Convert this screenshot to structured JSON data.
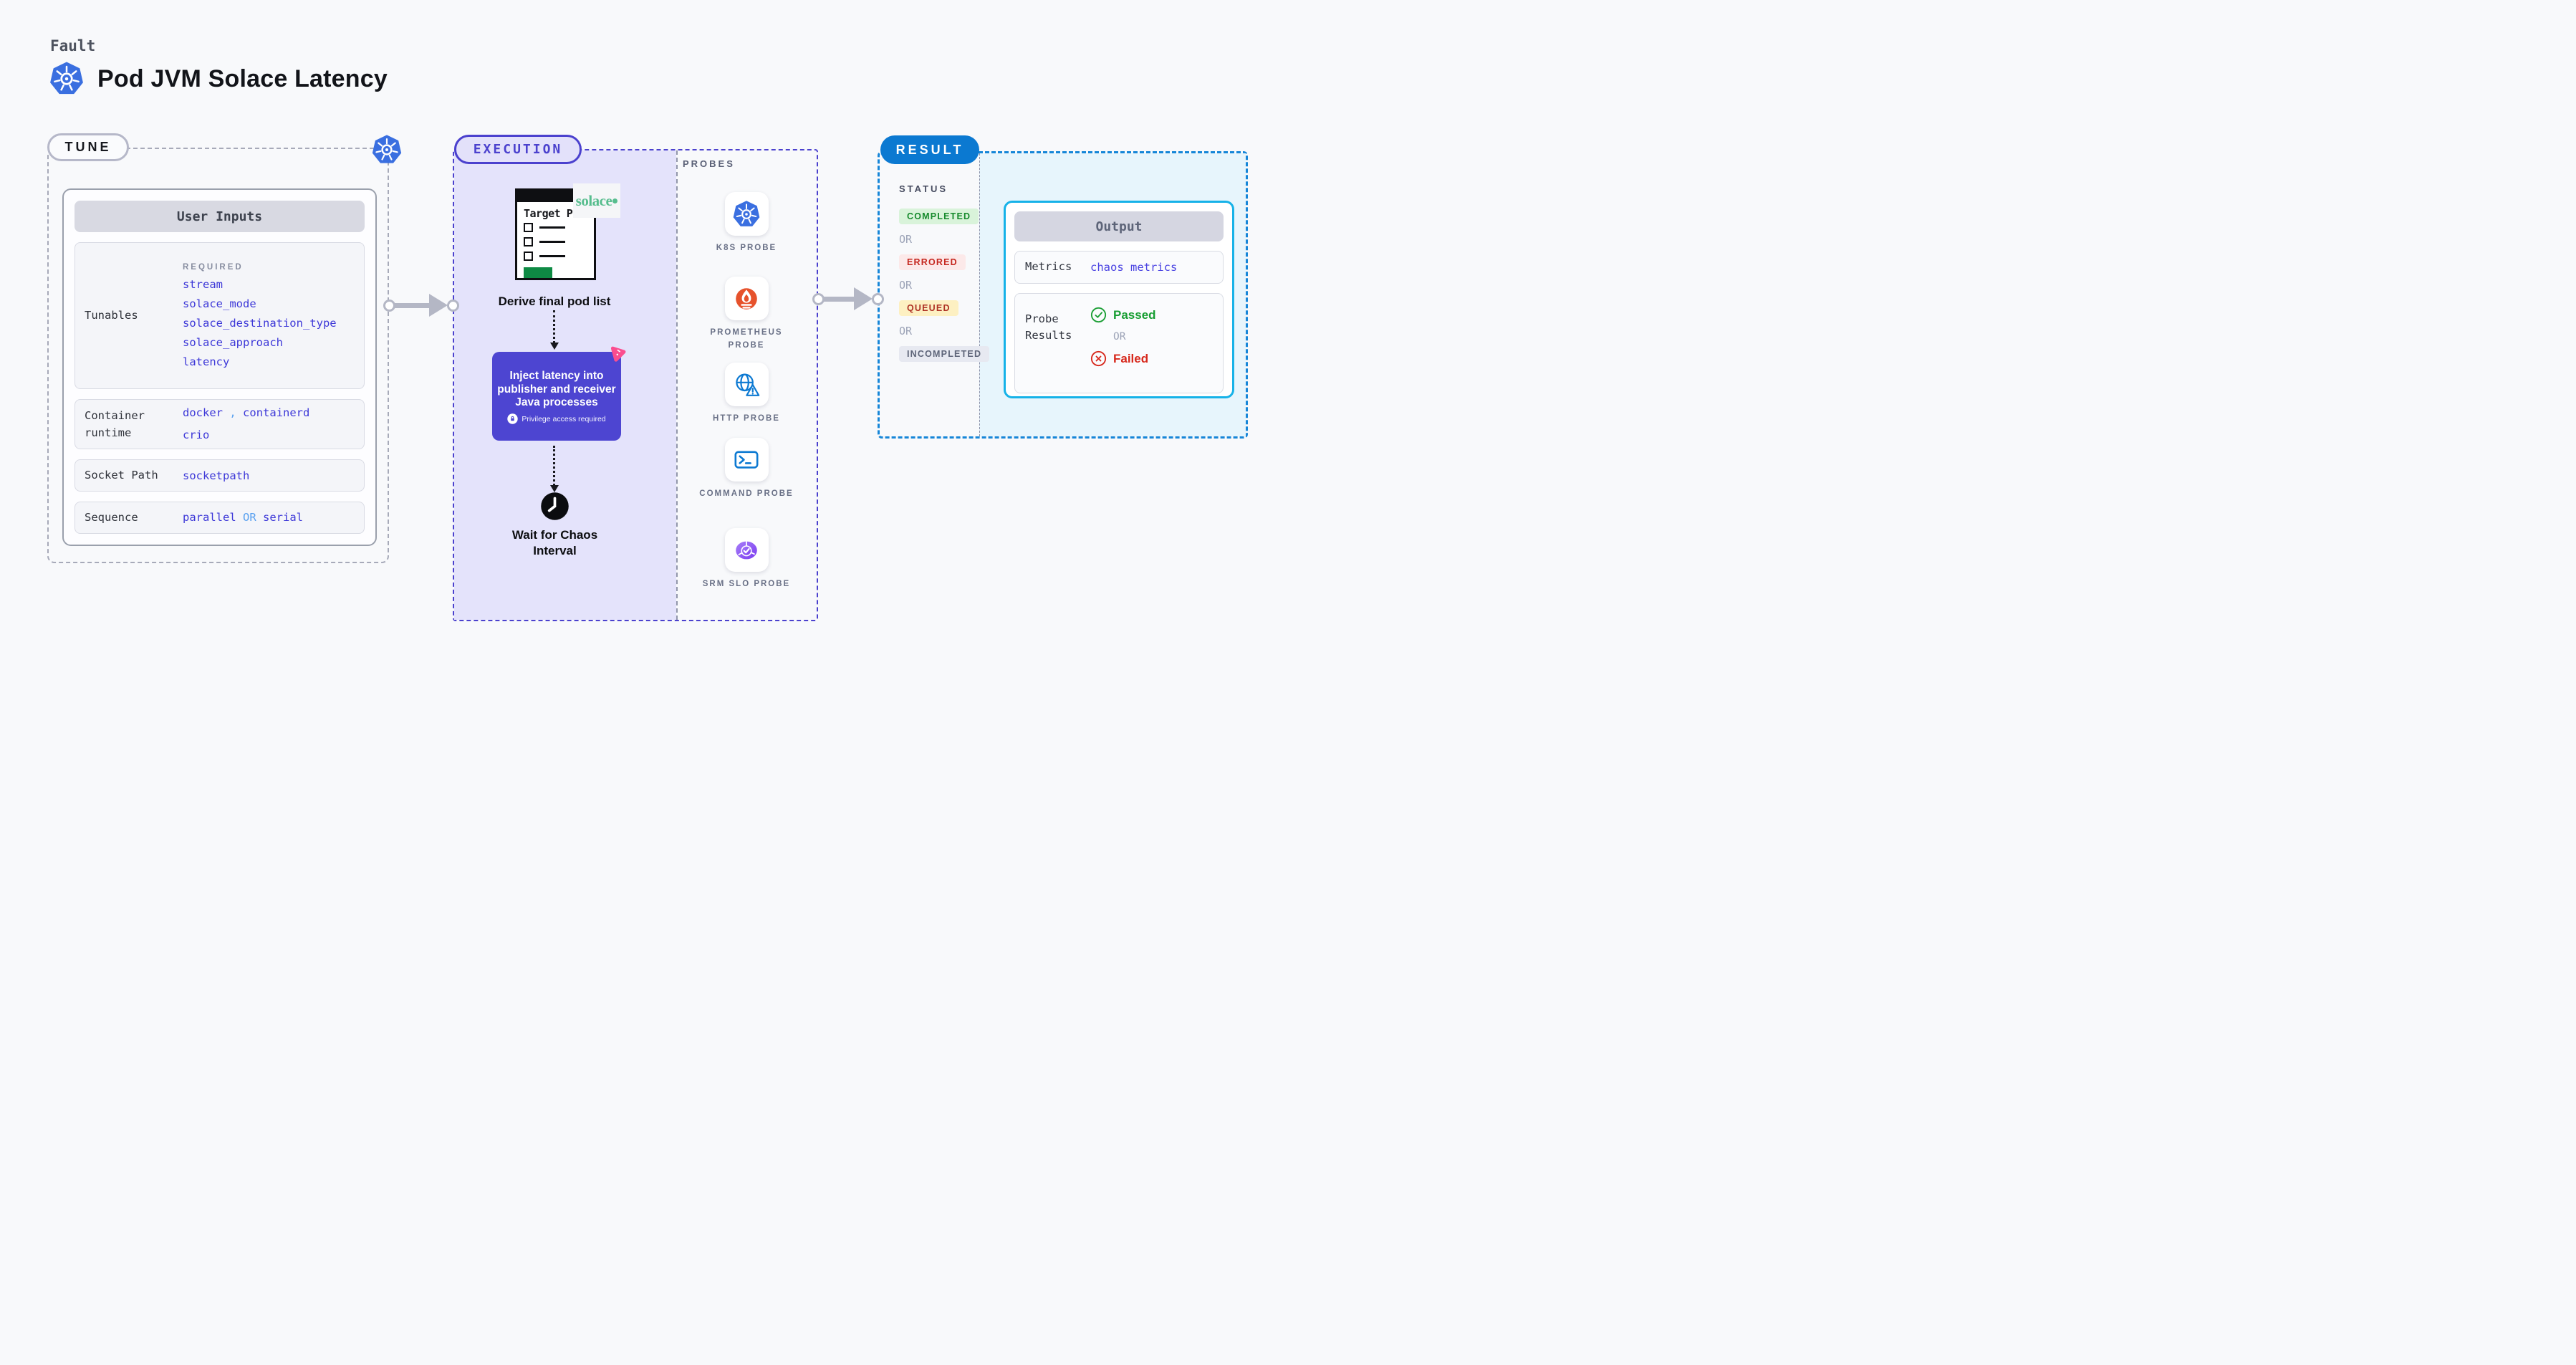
{
  "header": {
    "category": "Fault",
    "title": "Pod JVM Solace Latency"
  },
  "tune": {
    "pill": "TUNE",
    "user_inputs": {
      "header": "User Inputs",
      "tunables": {
        "label": "Tunables",
        "required_tag": "REQUIRED",
        "links": [
          "stream",
          "solace_mode",
          "solace_destination_type",
          "solace_approach",
          "latency"
        ]
      },
      "container_runtime": {
        "label": "Container runtime",
        "value1": "docker",
        "separator": ",",
        "value2": "containerd",
        "value3": "crio"
      },
      "socket_path": {
        "label": "Socket Path",
        "value": "socketpath"
      },
      "sequence": {
        "label": "Sequence",
        "value1": "parallel",
        "or": "OR",
        "value2": "serial"
      }
    }
  },
  "execution": {
    "pill": "EXECUTION",
    "target_pods": {
      "title": "Target Pods",
      "logo": "solace"
    },
    "step_derive": "Derive final pod list",
    "inject": {
      "text": "Inject latency into publisher and receiver Java processes",
      "privilege": "Privilege access required"
    },
    "step_wait": "Wait for Chaos Interval"
  },
  "probes": {
    "label": "PROBES",
    "items": [
      {
        "name": "K8S PROBE",
        "icon": "kubernetes-icon"
      },
      {
        "name": "PROMETHEUS PROBE",
        "icon": "prometheus-icon"
      },
      {
        "name": "HTTP PROBE",
        "icon": "http-globe-warning-icon"
      },
      {
        "name": "COMMAND PROBE",
        "icon": "terminal-icon"
      },
      {
        "name": "SRM SLO PROBE",
        "icon": "srm-slo-icon"
      }
    ]
  },
  "result": {
    "pill": "RESULT",
    "status": {
      "label": "STATUS",
      "or": "OR",
      "badges": [
        "COMPLETED",
        "ERRORED",
        "QUEUED",
        "INCOMPLETED"
      ]
    },
    "output": {
      "header": "Output",
      "metrics": {
        "label": "Metrics",
        "value": "chaos metrics"
      },
      "probe_results": {
        "label": "Probe Results",
        "passed": "Passed",
        "or": "OR",
        "failed": "Failed"
      }
    }
  },
  "colors": {
    "accent_indigo": "#4b41ce",
    "accent_blue": "#0b79d1",
    "cyan_border": "#16b2e8",
    "link_blue": "#3d38d8",
    "light_blue": "#58a0f0",
    "green": "#18902e",
    "red": "#c5271f",
    "lavender_bg": "#e4e3fb",
    "purple_box": "#4d45d1",
    "pink": "#fb4d8f",
    "solace_green": "#57bd8e",
    "prometheus_orange": "#e6522c",
    "target_green": "#0e8a44"
  }
}
